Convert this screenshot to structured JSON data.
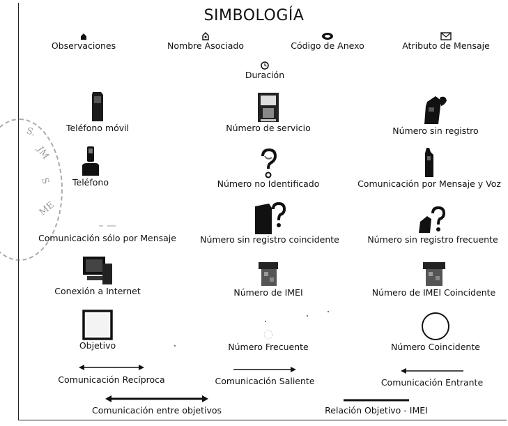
{
  "title": "SIMBOLOGÍA",
  "legend_small": [
    {
      "label": "Observaciones",
      "icon": "observation-icon"
    },
    {
      "label": "Nombre Asociado",
      "icon": "associated-name-icon"
    },
    {
      "label": "Código de Anexo",
      "icon": "annex-code-icon"
    },
    {
      "label": "Atributo de Mensaje",
      "icon": "message-envelope-icon"
    },
    {
      "label": "Duración",
      "icon": "clock-icon"
    }
  ],
  "legend_icons": [
    {
      "label": "Teléfono móvil",
      "icon": "mobile-phone-icon"
    },
    {
      "label": "Número de servicio",
      "icon": "service-number-icon"
    },
    {
      "label": "Número sin registro",
      "icon": "unregistered-number-icon"
    },
    {
      "label": "Teléfono",
      "icon": "telephone-icon"
    },
    {
      "label": "Número no Identificado",
      "icon": "question-mark-icon"
    },
    {
      "label": "Comunicación por Mensaje y Voz",
      "icon": "message-voice-phone-icon"
    },
    {
      "label": "Comunicación sólo por Mensaje",
      "icon": "message-only-icon"
    },
    {
      "label": "Número sin registro coincidente",
      "icon": "unregistered-match-icon"
    },
    {
      "label": "Número sin registro frecuente",
      "icon": "unregistered-frequent-icon"
    },
    {
      "label": "Conexión a Internet",
      "icon": "computer-icon"
    },
    {
      "label": "Número de IMEI",
      "icon": "imei-device-icon"
    },
    {
      "label": "Número de IMEI Coincidente",
      "icon": "imei-match-icon"
    },
    {
      "label": "Objetivo",
      "icon": "target-square-icon"
    },
    {
      "label": "Número Frecuente",
      "icon": "frequent-number-icon"
    },
    {
      "label": "Número Coincidente",
      "icon": "match-circle-icon"
    }
  ],
  "legend_lines": [
    {
      "label": "Comunicación Recíproca",
      "icon": "double-arrow-icon"
    },
    {
      "label": "Comunicación Saliente",
      "icon": "right-arrow-icon"
    },
    {
      "label": "Comunicación Entrante",
      "icon": "left-arrow-icon"
    },
    {
      "label": "Comunicación entre objetivos",
      "icon": "thick-double-arrow-icon"
    },
    {
      "label": "Relación Objetivo - IMEI",
      "icon": "thick-line-icon"
    }
  ]
}
